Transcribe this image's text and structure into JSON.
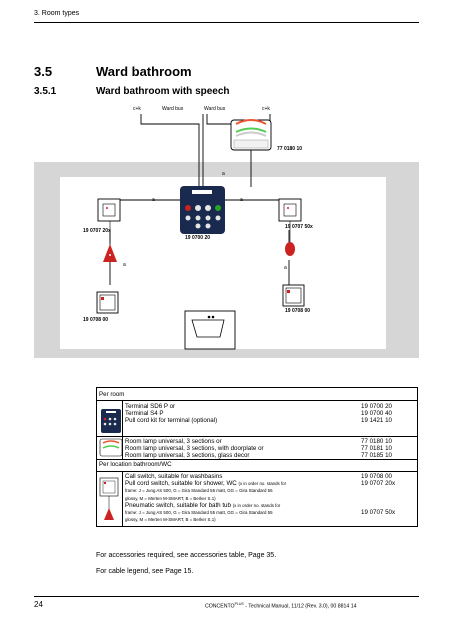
{
  "header": {
    "section_label": "3. Room types"
  },
  "heading1": {
    "number": "3.5",
    "title": "Ward bathroom"
  },
  "heading2": {
    "number": "3.5.1",
    "title": "Ward bathroom with speech"
  },
  "diagram": {
    "bus_labels": [
      "c+k",
      "Ward bus",
      "Ward bus",
      "c+k"
    ],
    "room_lamp_no": "77 0180 10",
    "terminal_no": "19 0700 20",
    "pull_switch_no": "19 0707 20x",
    "pneumatic_no": "19 0707 50x",
    "call_left_no": "19 0708 00",
    "call_right_no": "19 0708 00",
    "cable_letter": "a"
  },
  "table": {
    "section1": "Per room",
    "section2": "Per location bathroom/WC",
    "rows": [
      {
        "lines": [
          "Terminal SD6 P or",
          "Terminal S4 P",
          "Pull cord kit for terminal (optional)"
        ],
        "artnos": [
          "19 0700 20",
          "19 0700 40",
          "19 1421 10"
        ]
      },
      {
        "lines": [
          "Room lamp universal, 3 sections or",
          "Room lamp universal, 3 sections, with doorplate or",
          "Room lamp universal, 3 sections, glass decor"
        ],
        "artnos": [
          "77 0180 10",
          "77 0181 10",
          "77 0185 10"
        ]
      },
      {
        "line1": "Call switch, suitable for washbasins",
        "line2": "Pull cord switch, suitable for shower, WC",
        "line2_small": "(x in order no. stands for",
        "line3_small": "frame: J = Jung AS 500, G = Gira Standard 55 matt, GG = Gira Standard 55",
        "line4_small": "glossy, M = Merten M-SMART, B = Berker S.1)",
        "line5": "Pneumatic switch, suitable for bath tub",
        "line5_small": "(x in order no. stands for",
        "line6_small": "frame: J = Jung AS 500, G = Gira Standard 55 matt, GG = Gira Standard 55",
        "line7_small": "glossy, M = Merten M-SMART, B = Berker S.1)",
        "artno1": "19 0708 00",
        "artno2": "19 0707 20x",
        "artno3": "19 0707 50x"
      }
    ]
  },
  "notes": [
    "For accessories required, see accessories table, Page 35.",
    "For cable legend, see Page 15."
  ],
  "footer": {
    "page": "24",
    "brand": "CONCENTO",
    "brand_sup": "PLUS",
    "rest": " - Technical Manual, 11/12 (Rev. 3.0), 00 8814 14"
  }
}
